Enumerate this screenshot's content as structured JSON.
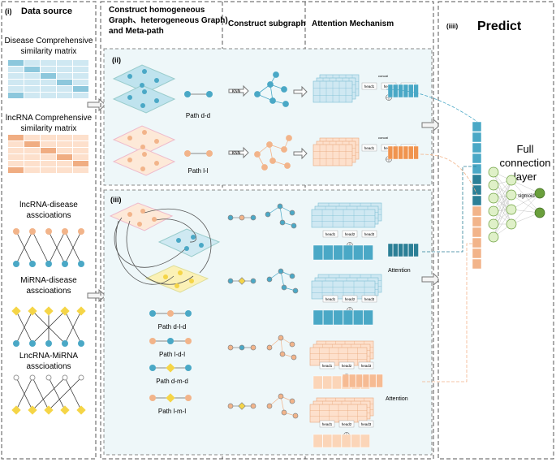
{
  "panels": {
    "data_source": {
      "marker": "(i)",
      "title": "Data source",
      "disease_matrix_label": [
        "Disease Comprehensive",
        "similarity matrix"
      ],
      "lncrna_matrix_label": [
        "lncRNA Comprehensive",
        "similarity matrix"
      ],
      "lncrna_disease_label": [
        "lncRNA-disease",
        "asscioations"
      ],
      "mirna_disease_label": [
        "MiRNA-disease",
        "asscioations"
      ],
      "lncrna_mirna_label": [
        "LncRNA-MiRNA",
        "asscioations"
      ]
    },
    "construct_graph": {
      "title": [
        "Construct homogeneous",
        "Graph、heterogeneous Graph)",
        "and Meta-path"
      ],
      "marker_ii": "(ii)",
      "marker_iii": "(iii)",
      "path_dd": "Path d-d",
      "path_ll": "Path l-l",
      "path_dld": "Path d-l-d",
      "path_ldl": "Path l-d-l",
      "path_dmd": "Path d-m-d",
      "path_lml": "Path l-m-l"
    },
    "construct_subgraph": {
      "title": "Construct subgraph",
      "knn": "KNN"
    },
    "attention": {
      "title": "Attention Mechanism",
      "heads": [
        "head1",
        "head2",
        "head3"
      ],
      "concat": "concat",
      "attention_label": "Attention"
    },
    "predict": {
      "marker": "(iiii)",
      "title": "Predict",
      "fc_label": [
        "Full",
        "connection",
        "layer"
      ],
      "sigmoid": "sigmoid"
    }
  },
  "colors": {
    "disease": "#4aa8c6",
    "lncrna": "#f2b48a",
    "mirna": "#f5d547",
    "teal_dark": "#2b7f96",
    "green": "#6a9f3c",
    "panel_bg": "#eef7f9",
    "lnc_bg": "#fde9d8"
  }
}
